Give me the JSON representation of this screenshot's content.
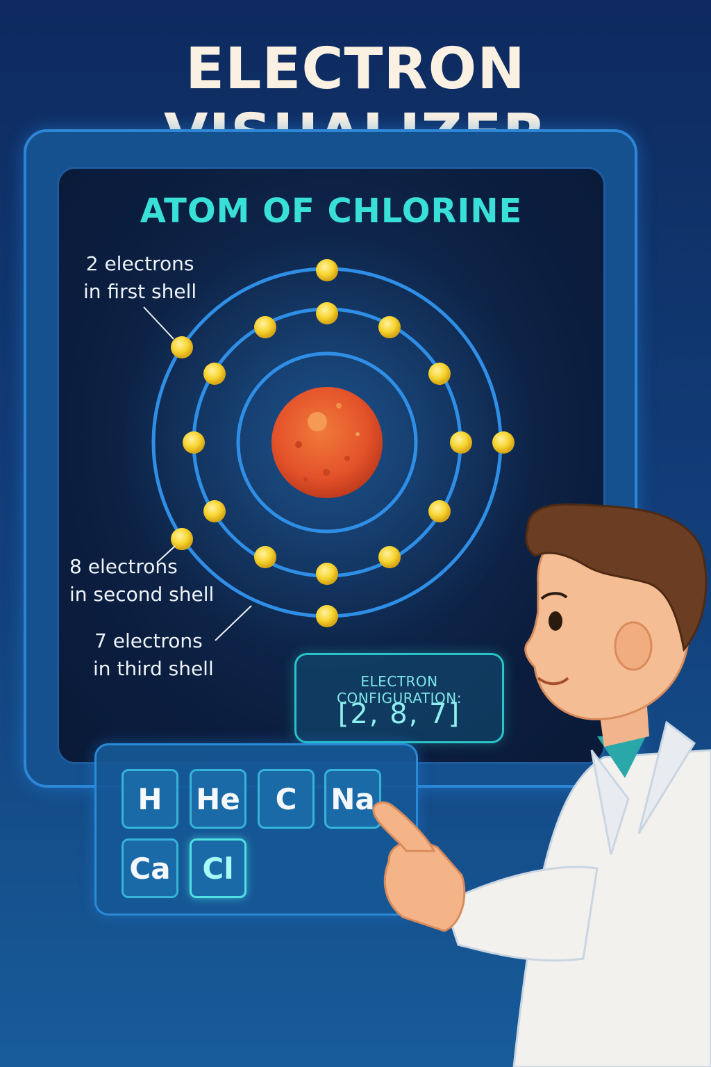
{
  "app": {
    "title": "ELECTRON VISUALIZER"
  },
  "screen": {
    "title": "ATOM OF CHLORINE",
    "labels": {
      "first_line1": "2 electrons",
      "first_line2": "in first shell",
      "second_line1": "8 electrons",
      "second_line2": "in second shell",
      "third_line1": "7 electrons",
      "third_line2": "in third shell"
    },
    "configuration": {
      "label": "ELECTRON CONFIGURATION:",
      "value": "[2, 8, 7]"
    }
  },
  "elements": [
    "H",
    "He",
    "C",
    "Na",
    "Ca",
    "Cl"
  ],
  "selected_element": "Cl",
  "colors": {
    "background": "#12407c",
    "screen": "#0b1d3e",
    "title_accent": "#39e0d8",
    "shell": "#2f8fe6",
    "electron": "#f7d531",
    "nucleus": "#e8552a",
    "config_accent": "#2ac3c8"
  }
}
